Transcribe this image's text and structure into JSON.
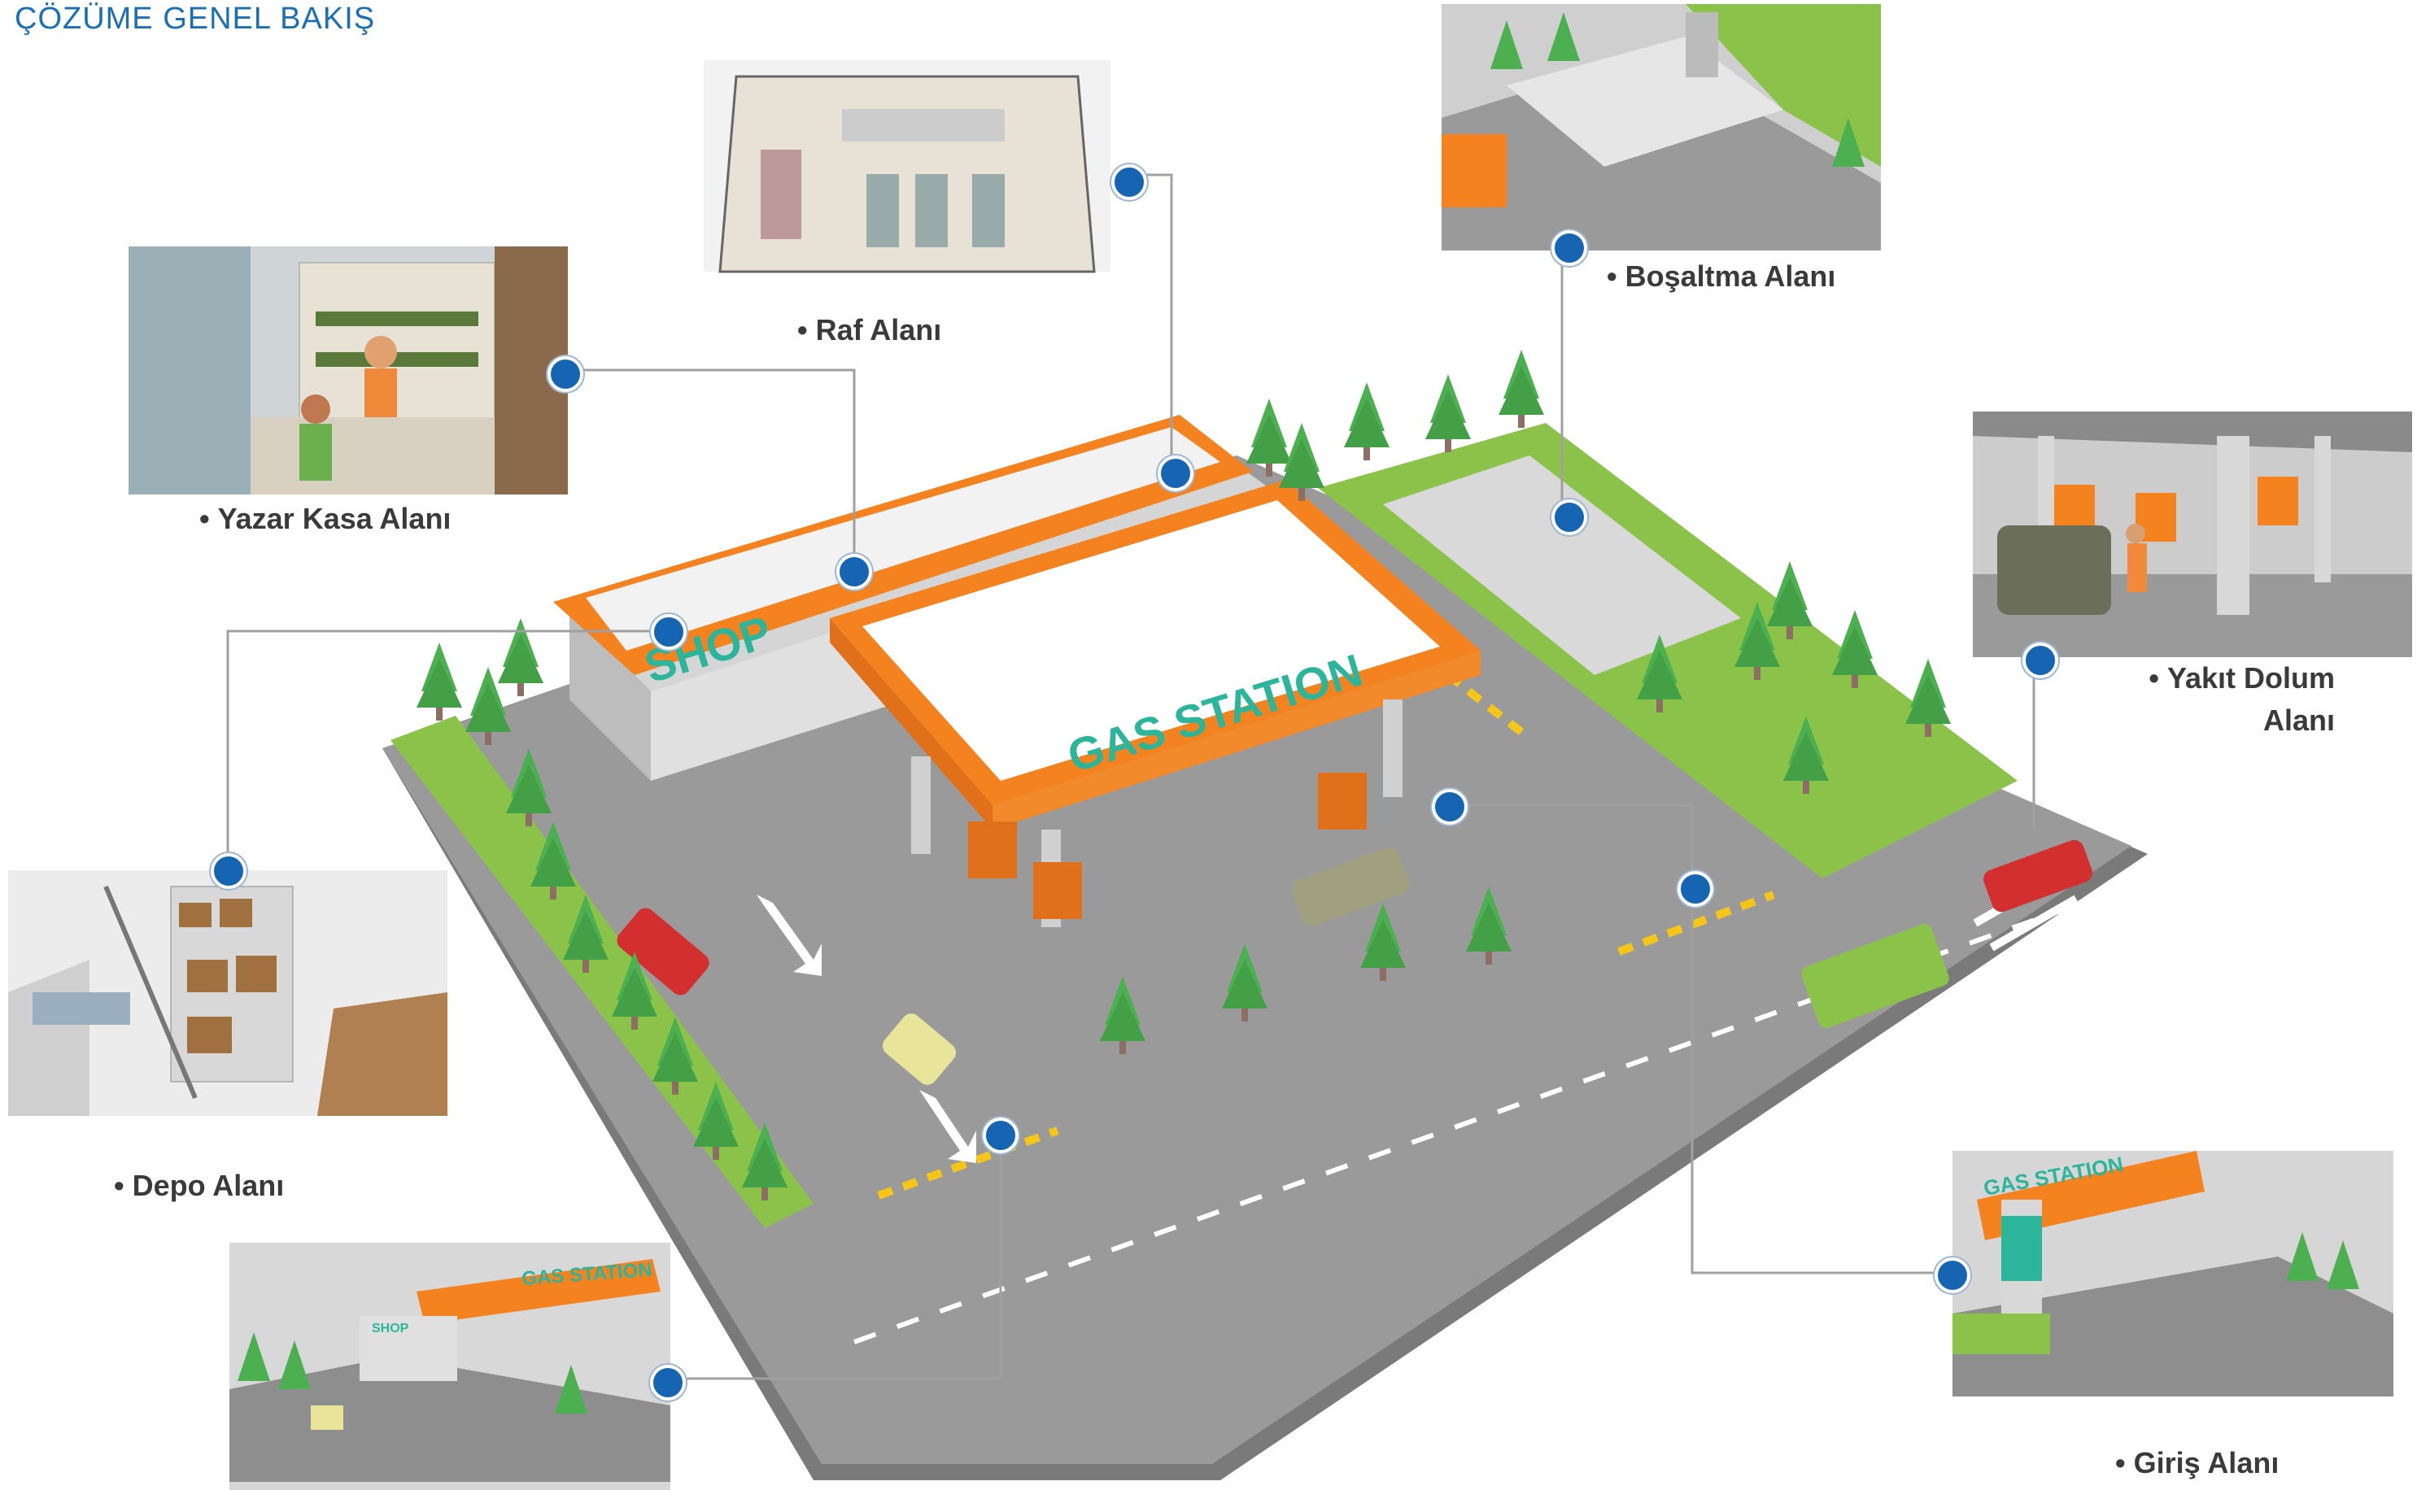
{
  "title": "ÇÖZÜME GENEL BAKIŞ",
  "shop_sign": "SHOP",
  "canopy_sign": "GAS STATION",
  "areas": [
    {
      "id": "raf",
      "label": "Raf Alanı"
    },
    {
      "id": "bosaltma",
      "label": "Boşaltma Alanı"
    },
    {
      "id": "yazar",
      "label": "Yazar Kasa Alanı"
    },
    {
      "id": "yakit",
      "label": "Yakıt Dolum Alanı"
    },
    {
      "id": "depo",
      "label": "Depo Alanı"
    },
    {
      "id": "giris",
      "label": "Giriş Alanı"
    }
  ],
  "thumb_text": {
    "giris_sign": "GAS STATION",
    "main_sign": "GAS STATION",
    "main_shop": "SHOP"
  },
  "colors": {
    "accent_orange": "#f4821f",
    "sign_green": "#2bb59a",
    "pin_blue": "#1565b3",
    "title_blue": "#1a6fb5"
  },
  "icons": [
    "map-pin-icon",
    "bullet-icon",
    "car-icon",
    "tree-icon",
    "arrow-icon"
  ]
}
